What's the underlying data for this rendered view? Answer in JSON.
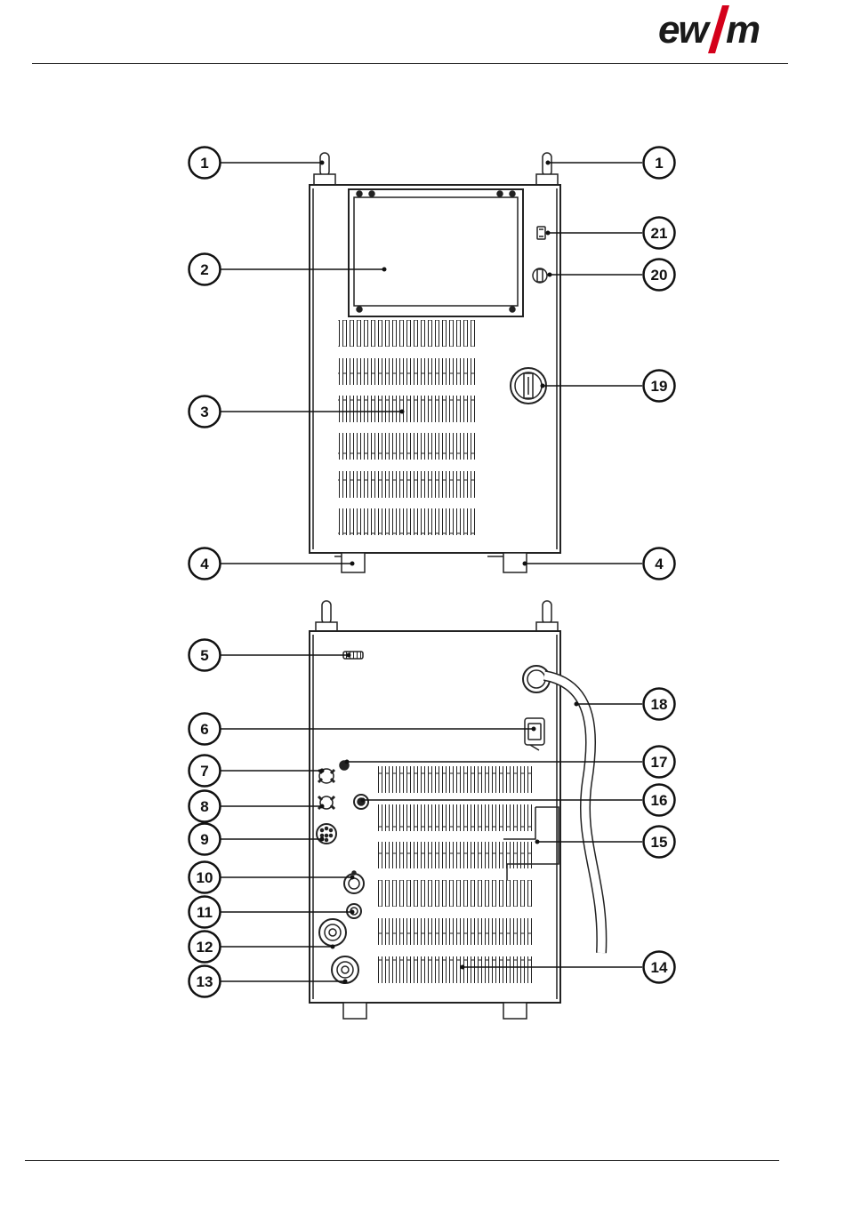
{
  "header": {
    "brand_logo": "ewm"
  },
  "callouts": [
    "1",
    "1",
    "2",
    "3",
    "4",
    "4",
    "5",
    "6",
    "7",
    "8",
    "9",
    "10",
    "11",
    "12",
    "13",
    "14",
    "15",
    "16",
    "17",
    "18",
    "19",
    "20",
    "21"
  ]
}
